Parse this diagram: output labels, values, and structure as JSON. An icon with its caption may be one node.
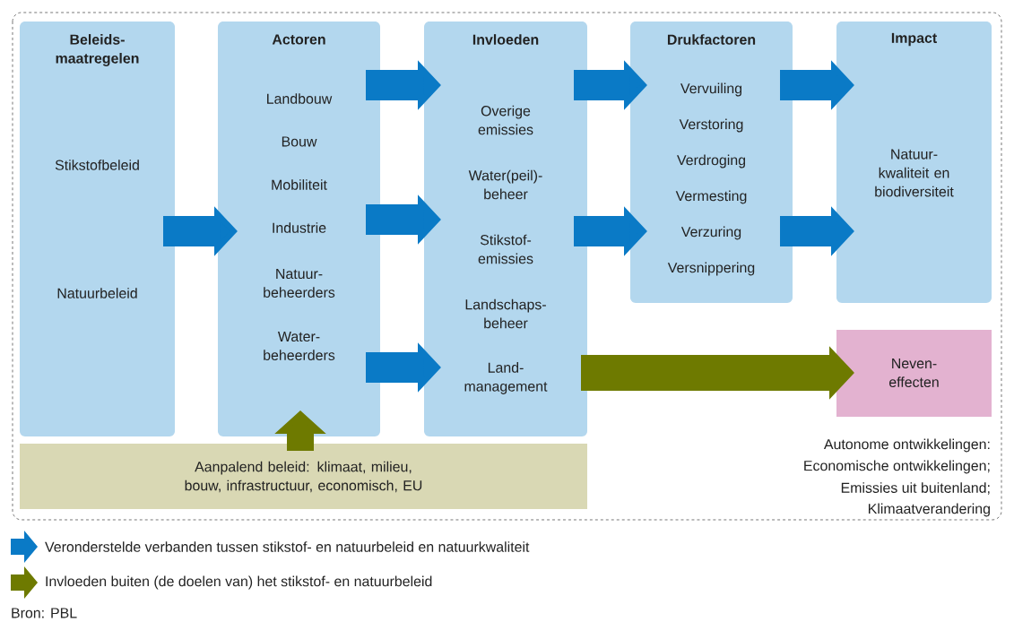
{
  "diagram": {
    "nodes": [
      {
        "text": [
          "Beleids- maatregelen",
          "Stikstofbeleid",
          "Natuurbeleid"
        ]
      },
      {
        "text": [
          "Actoren",
          "Landbouw",
          "Bouw",
          "Mobiliteit",
          "Industrie",
          "Natuur- beheerders",
          "Water- beheerders"
        ]
      },
      {
        "text": [
          "Invloeden",
          "Overige emissies",
          "Water(peil)- beheer",
          "Stikstof- emissies",
          "Landschaps- beheer",
          "Land- management"
        ]
      },
      {
        "text": [
          "Drukfactoren",
          "Vervuiling",
          "Verstoring",
          "Verdroging",
          "Vermesting",
          "Verzuring",
          "Versnippering"
        ]
      },
      {
        "text": [
          "Impact",
          "Natuur- kwaliteit en biodiversiteit"
        ]
      },
      {
        "text": [
          "Neven- effecten"
        ]
      },
      {
        "text": [
          "Aanpalend beleid: klimaat, milieu, bouw, infrastructuur, economisch, EU"
        ]
      }
    ],
    "edges": [
      {
        "from": 0,
        "to": 1,
        "arrow": "to"
      },
      {
        "from": 1,
        "to": 2,
        "arrow": "to"
      },
      {
        "from": 1,
        "to": 2,
        "arrow": "to"
      },
      {
        "from": 1,
        "to": 2,
        "arrow": "to"
      },
      {
        "from": 2,
        "to": 3,
        "arrow": "to"
      },
      {
        "from": 2,
        "to": 3,
        "arrow": "to"
      },
      {
        "from": 3,
        "to": 4,
        "arrow": "to"
      },
      {
        "from": 3,
        "to": 4,
        "arrow": "to"
      },
      {
        "from": 2,
        "to": 5,
        "arrow": "to",
        "color": "#6e7a00"
      },
      {
        "from": 6,
        "to": 1,
        "arrow": "to",
        "color": "#6e7a00"
      }
    ],
    "labels": [
      "Autonome ontwikkelingen:",
      "Economische ontwikkelingen;",
      "Emissies uit buitenland;",
      "Klimaatverandering",
      "Bron: PBL"
    ],
    "legend": [
      {
        "text": "Veronderstelde verbanden tussen stikstof- en natuurbeleid en natuurkwaliteit",
        "color": "#0a7ac6"
      },
      {
        "text": "Invloeden buiten (de doelen van) het stikstof- en natuurbeleid",
        "color": "#6e7a00"
      }
    ]
  }
}
